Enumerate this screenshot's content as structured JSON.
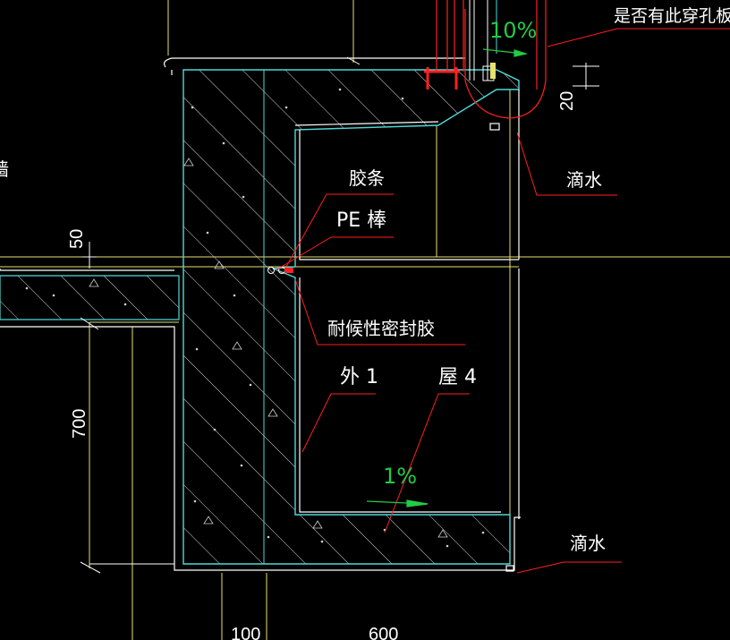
{
  "colors": {
    "background": "#000000",
    "cyan": "#4fd8d8",
    "white": "#ffffff",
    "yellow": "#e8e070",
    "red": "#ff2020",
    "green": "#22cc44",
    "grey": "#9a9a9a",
    "hatch": "#d8d8d8"
  },
  "labels": {
    "question": "是否有此穿孔板造型",
    "slope_top": "10%",
    "slope_bottom": "1%",
    "drip_top": "滴水",
    "drip_bottom": "滴水",
    "sealant_strip": "胶条",
    "pe_rod": "PE 棒",
    "weather_sealant": "耐候性密封胶",
    "exterior": "外 1",
    "roof": "屋 4",
    "left_edge_char": "墙"
  },
  "dimensions": {
    "d20": "20",
    "d50": "50",
    "d700": "700",
    "d100": "100",
    "d600": "600"
  }
}
